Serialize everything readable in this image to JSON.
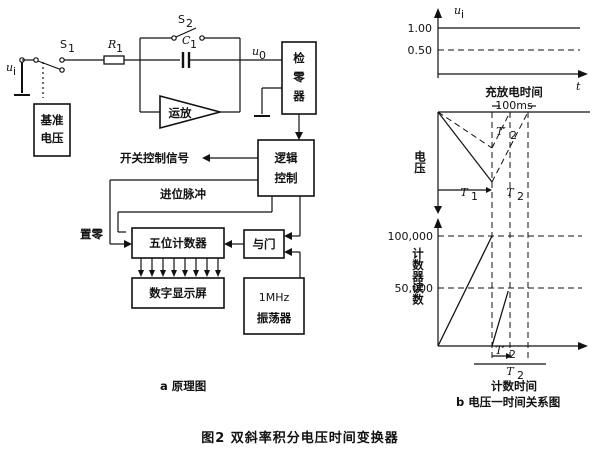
{
  "caption": "图2  双斜率积分电压时间变换器",
  "circuit": {
    "sublabel": "a  原理图",
    "input_label": "u",
    "input_sub": "i",
    "output_label": "u",
    "output_sub": "0",
    "switch1": {
      "label": "S",
      "sub": "1"
    },
    "switch2": {
      "label": "S",
      "sub": "2"
    },
    "resistor": {
      "label": "R",
      "sub": "1"
    },
    "capacitor": {
      "label": "C",
      "sub": "1"
    },
    "ref_voltage": [
      "基准",
      "电压"
    ],
    "opamp": "运放",
    "zero_detector": [
      "检",
      "零",
      "器"
    ],
    "logic": [
      "逻辑",
      "控制"
    ],
    "switch_signal": "开关控制信号",
    "carry_pulse": "进位脉冲",
    "reset": "置零",
    "counter": "五位计数器",
    "and_gate": "与门",
    "display": "数字显示屏",
    "oscillator": [
      "1MHz",
      "振荡器"
    ]
  },
  "timing": {
    "sublabel": "b  电压一时间关系图",
    "ui_axis": "u",
    "ui_sub": "i",
    "ui_level_1": "1.00",
    "ui_level_2": "0.50",
    "t_axis": "t",
    "title_charge": "充放电时间",
    "duration_label": "100ms",
    "voltage_axis": "电压",
    "count_axis": "计数器读数",
    "count_time": "计数时间",
    "count_tick_1": "100,000",
    "count_tick_2": "50,000",
    "T1": "T",
    "T1_sub": "1",
    "T2": "T",
    "T2_sub": "2",
    "T2p": "T′",
    "T2p_sub": "2"
  },
  "chart_data": {
    "type": "line",
    "title": "",
    "xlabel": "计数时间",
    "ylabel": "计数器读数",
    "series": [
      {
        "values": [
          [
            0,
            0
          ],
          [
            100,
            100000
          ]
        ]
      },
      {
        "values": [
          [
            100,
            0
          ],
          [
            130,
            50000
          ]
        ]
      }
    ]
  }
}
